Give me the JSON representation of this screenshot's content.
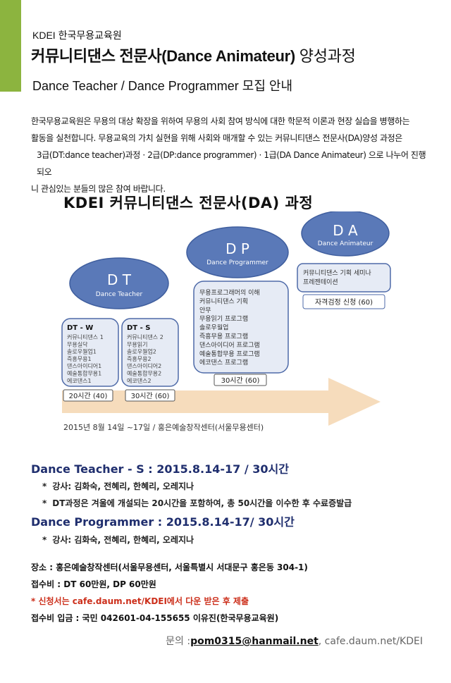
{
  "header": {
    "org": "KDEI 한국무용교육원",
    "title_main": "커뮤니티댄스 전문사(Dance Animateur)",
    "title_suffix": " 양성과정",
    "subtitle": "Dance Teacher / Dance Programmer 모집 안내"
  },
  "intro_lines": [
    "한국무용교육원은 무용의 대상 확장을 위하여 무용의 사회 참여 방식에 대한 학문적 이론과 현장 실습을 병행하는",
    "활동을 실천합니다. 무용교육의 가치 실현을 위해 사회와 매개할 수 있는 커뮤니티댄스 전문사(DA)양성 과정은",
    "3급(DT:dance teacher)과정 · 2급(DP:dance programmer) · 1급(DA Dance Animateur) 으로 나누어 진행되오",
    "니 관심있는 분들의 많은 참여 바랍니다."
  ],
  "diagram": {
    "title": "KDEI 커뮤니티댄스 전문사(DA) 과정",
    "dt": {
      "abbr": "D T",
      "name": "Dance Teacher"
    },
    "dp": {
      "abbr": "D P",
      "name": "Dance Programmer"
    },
    "da": {
      "abbr": "D A",
      "name": "Dance Animateur"
    },
    "dtw": {
      "title": "DT - W",
      "items": [
        "커뮤니티댄스 1",
        "무용실닥",
        "솔로우월업1",
        "즉흥무용1",
        "댄스아이디어1",
        "예술통합무용1",
        "에코댄스1"
      ],
      "hours": "20시간 (40)"
    },
    "dts": {
      "title": "DT - S",
      "items": [
        "커뮤니티댄스 2",
        "무용읽기",
        "솔로우월업2",
        "즉흥무용2",
        "댄스아이디어2",
        "예술통합무용2",
        "에코댄스2"
      ],
      "hours": "30시간 (60)"
    },
    "dp_box": {
      "items": [
        "무용프로그래머의 이해",
        "커뮤니티댄스 기획",
        "안무",
        "무용읽기 프로그램",
        "솔로우월업",
        "즉흥무용 프로그램",
        "댄스아이디어 프로그램",
        "예술통합무용 프로그램",
        "에코댄스 프로그램"
      ],
      "hours": "30시간 (60)"
    },
    "da_box": {
      "items": [
        "커뮤니티댄스 기획 세미나",
        "프레젠테이션"
      ],
      "exam": "자격검정 신청 (60)"
    },
    "date_place": "2015년 8월 14일  ~17일 / 홍은예술창작센터(서울무용센터)"
  },
  "course_dt": {
    "heading": "Dance Teacher - S : 2015.8.14-17 / 30시간",
    "bullets": [
      "강사: 김화숙, 전혜리, 한혜리, 오레지나",
      "DT과정은  겨울에 개설되는 20시간을 포함하여, 총 50시간을 이수한 후 수료증발급"
    ]
  },
  "course_dp": {
    "heading": "Dance Programmer : 2015.8.14-17/ 30시간",
    "bullets": [
      "강사: 김화숙, 전혜리, 한혜리, 오레지나"
    ]
  },
  "details": {
    "place": "장소 : 홍은예술창작센터(서울무용센터, 서울특별시 서대문구 홍은동 304-1)",
    "fee": "접수비 : DT 60만원, DP 60만원",
    "apply": "* 신청서는 cafe.daum.net/KDEI에서 다운 받은 후 제출",
    "account": "접수비 입금 : 국민 042601-04-155655 이유진(한국무용교육원)"
  },
  "contact": {
    "prefix": "문의 :",
    "email": "pom0315@hanmail.net",
    "cafe": ", cafe.daum.net/KDEI"
  },
  "colors": {
    "accent_green": "#8cb43f",
    "circle_fill": "#5a79b8",
    "box_fill": "#e6ebf5",
    "box_stroke": "#4e6aa8",
    "arrow": "#f6dcbc",
    "heading_navy": "#1f2e6e",
    "apply_red": "#cc2f1b"
  }
}
